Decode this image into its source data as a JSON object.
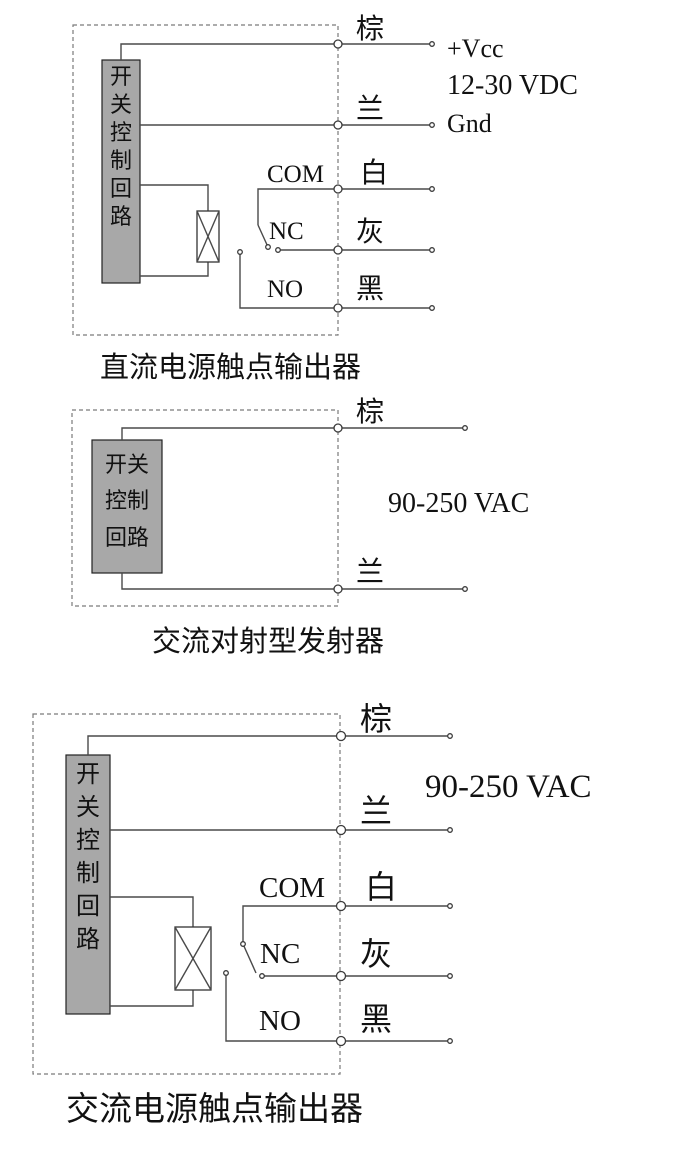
{
  "colors": {
    "block_fill": "#a8a8a8",
    "wire": "#4a4a4a",
    "dashed_border": "#7a7a7a"
  },
  "dc_output": {
    "block_label": [
      "开",
      "关",
      "控",
      "制",
      "回",
      "路"
    ],
    "wire_brown": "棕",
    "wire_blue": "兰",
    "wire_white": "白",
    "wire_gray": "灰",
    "wire_black": "黑",
    "vcc_label": "+Vcc",
    "voltage_label": "12-30 VDC",
    "gnd_label": "Gnd",
    "com_label": "COM",
    "nc_label": "NC",
    "no_label": "NO",
    "caption": "直流电源触点输出器"
  },
  "ac_emitter": {
    "block_label": [
      "开关",
      "控制",
      "回路"
    ],
    "wire_brown": "棕",
    "wire_blue": "兰",
    "voltage_label": "90-250 VAC",
    "caption": "交流对射型发射器"
  },
  "ac_output": {
    "block_label": [
      "开",
      "关",
      "控",
      "制",
      "回",
      "路"
    ],
    "wire_brown": "棕",
    "wire_blue": "兰",
    "wire_white": "白",
    "wire_gray": "灰",
    "wire_black": "黑",
    "voltage_label": "90-250 VAC",
    "com_label": "COM",
    "nc_label": "NC",
    "no_label": "NO",
    "caption": "交流电源触点输出器"
  }
}
